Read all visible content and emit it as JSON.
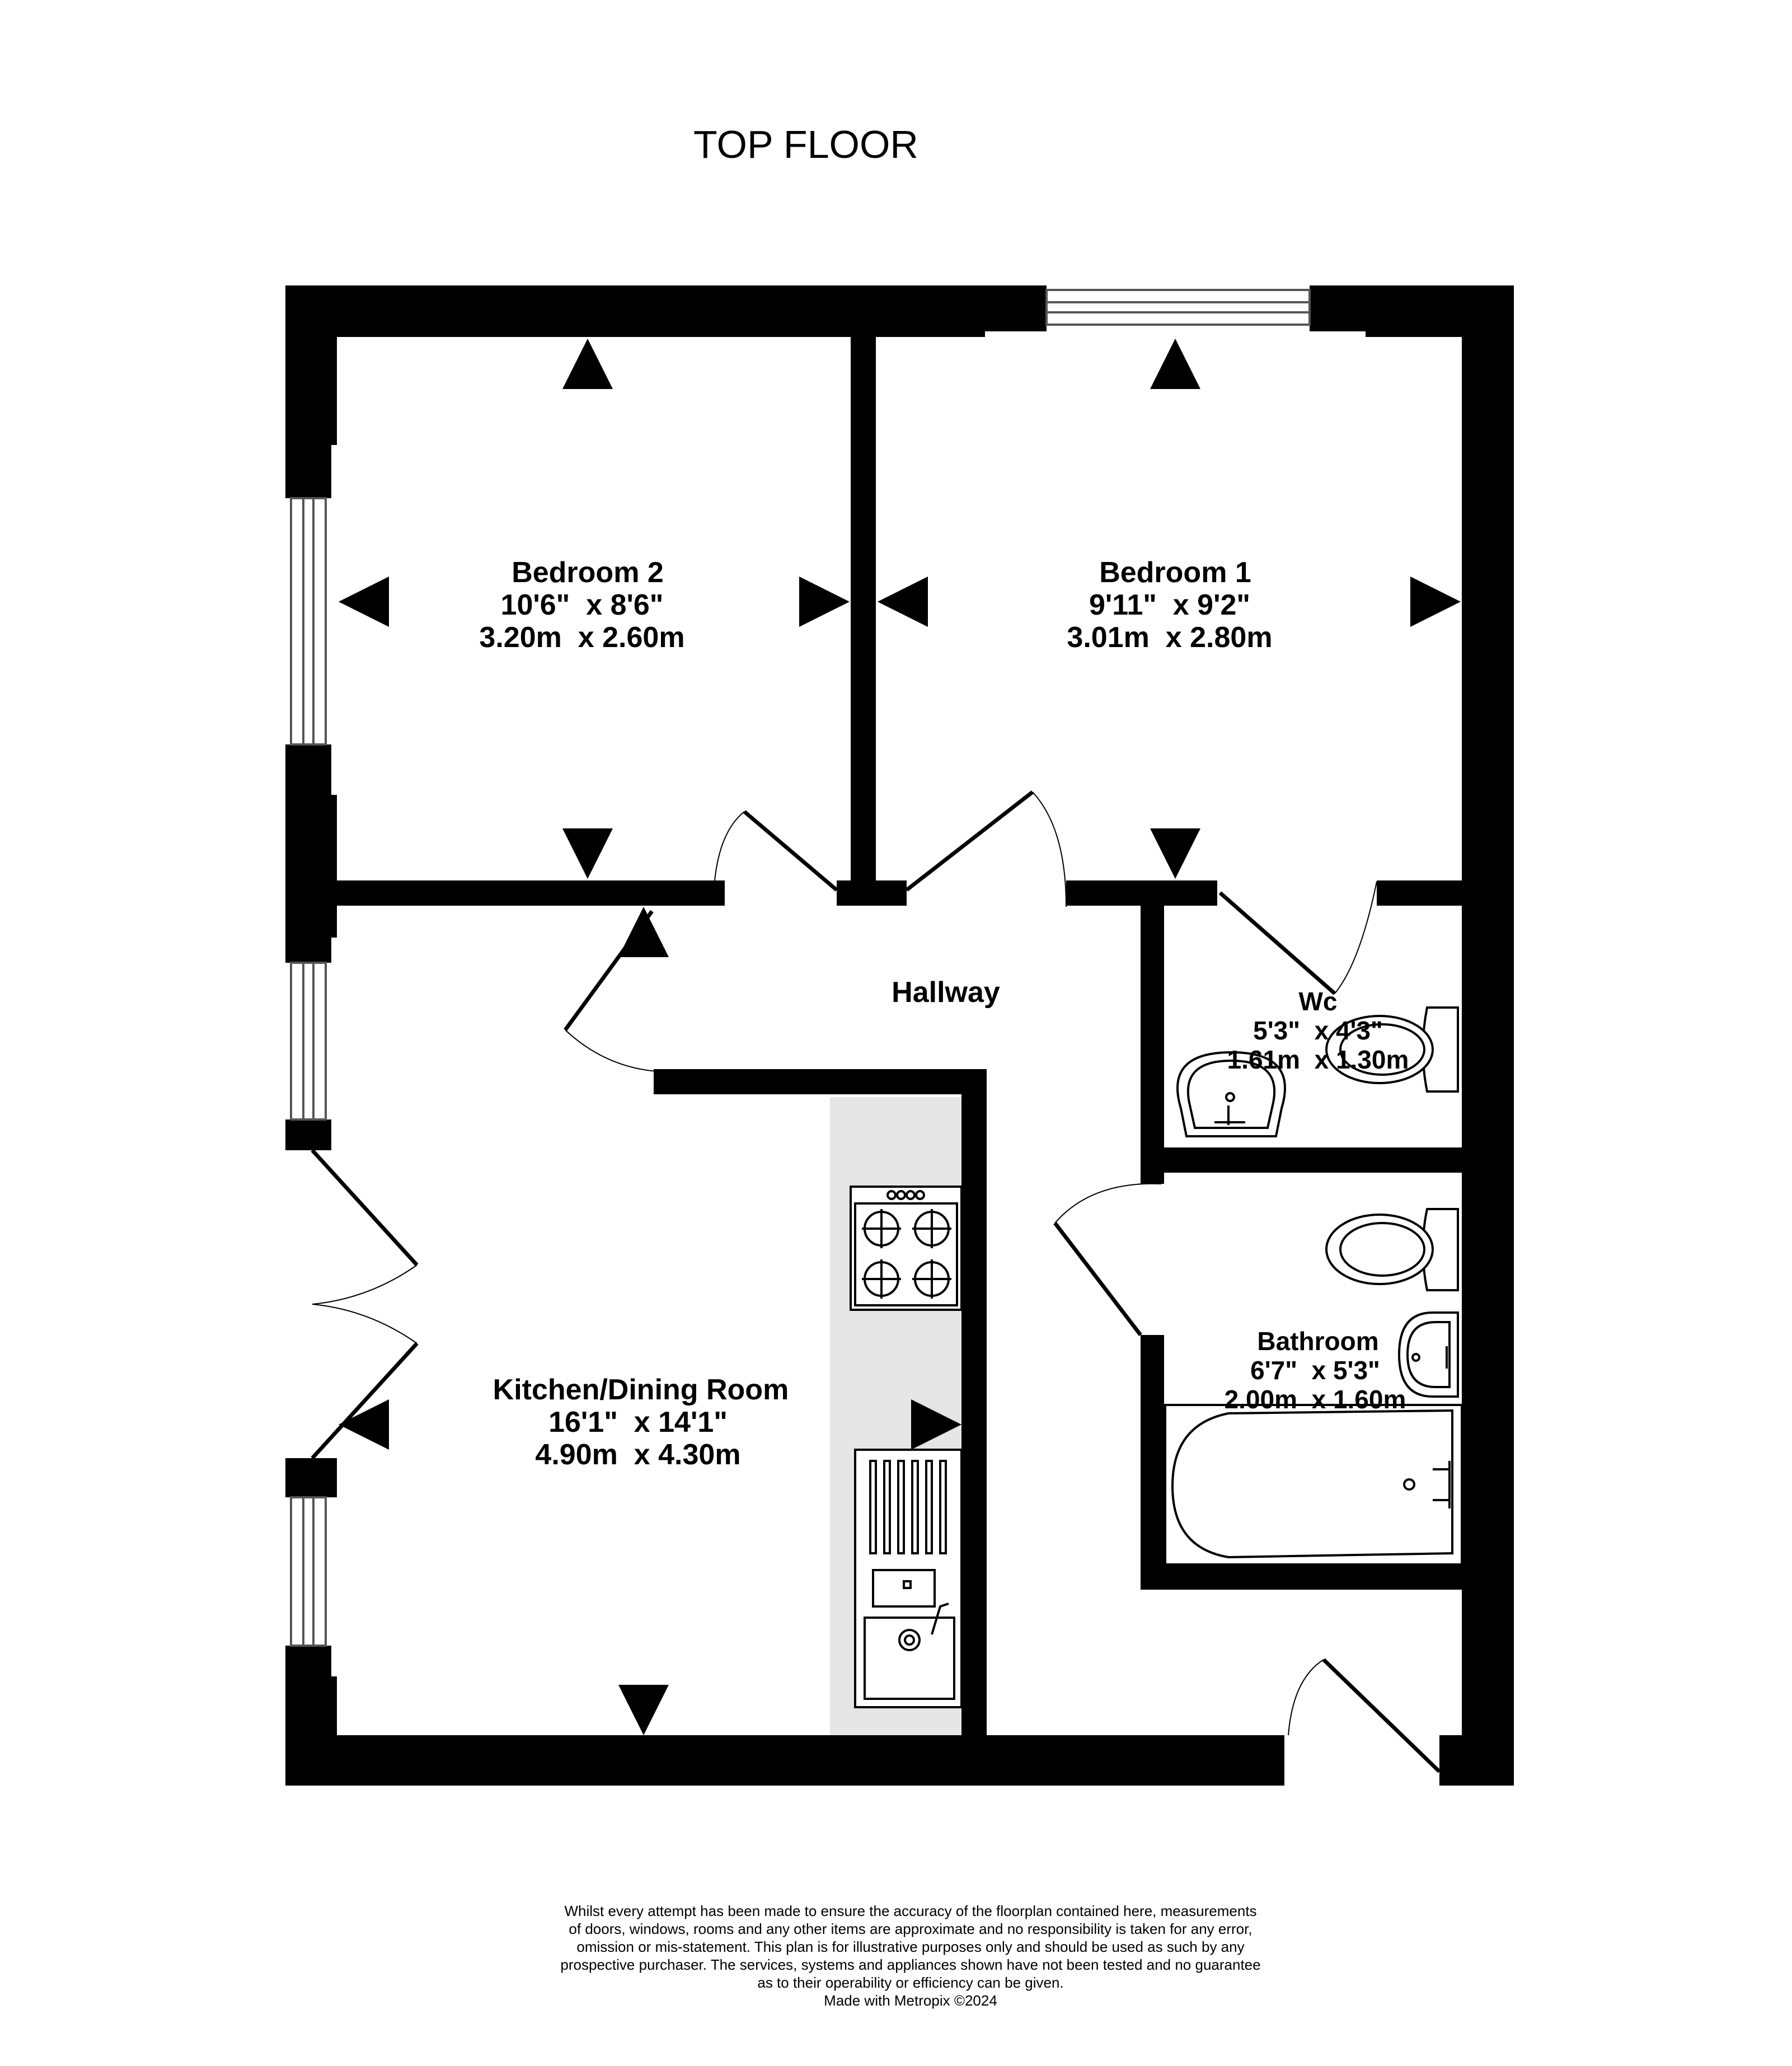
{
  "floor_title": "TOP FLOOR",
  "rooms": {
    "bedroom2": {
      "name": "Bedroom 2",
      "imperial": "10'6\"  x 8'6\"",
      "metric": "3.20m  x 2.60m"
    },
    "bedroom1": {
      "name": "Bedroom 1",
      "imperial": "9'11\"  x 9'2\"",
      "metric": "3.01m  x 2.80m"
    },
    "hallway": {
      "name": "Hallway"
    },
    "wc": {
      "name": "Wc",
      "imperial": "5'3\"  x 4'3\"",
      "metric": "1.61m  x 1.30m"
    },
    "bathroom": {
      "name": "Bathroom",
      "imperial": "6'7\"  x 5'3\"",
      "metric": "2.00m  x 1.60m"
    },
    "kitchen": {
      "name": "Kitchen/Dining Room",
      "imperial": "16'1\"  x 14'1\"",
      "metric": "4.90m  x 4.30m"
    }
  },
  "disclaimer": {
    "line1": "Whilst every attempt has been made to ensure the accuracy of the floorplan contained here, measurements",
    "line2": "of doors, windows, rooms and any other items are approximate and no responsibility is taken for any error,",
    "line3": "omission or mis-statement. This plan is for illustrative purposes only and should be used as such by any",
    "line4": "prospective purchaser. The services, systems and appliances shown have not been tested and no guarantee",
    "line5": "as to their operability or efficiency can be given.",
    "credit": "Made with Metropix ©2024"
  },
  "colors": {
    "wall": "#000000",
    "worktop": "#e6e6e6",
    "background": "#ffffff",
    "fixture_stroke": "#000000",
    "window_line": "#999999"
  }
}
